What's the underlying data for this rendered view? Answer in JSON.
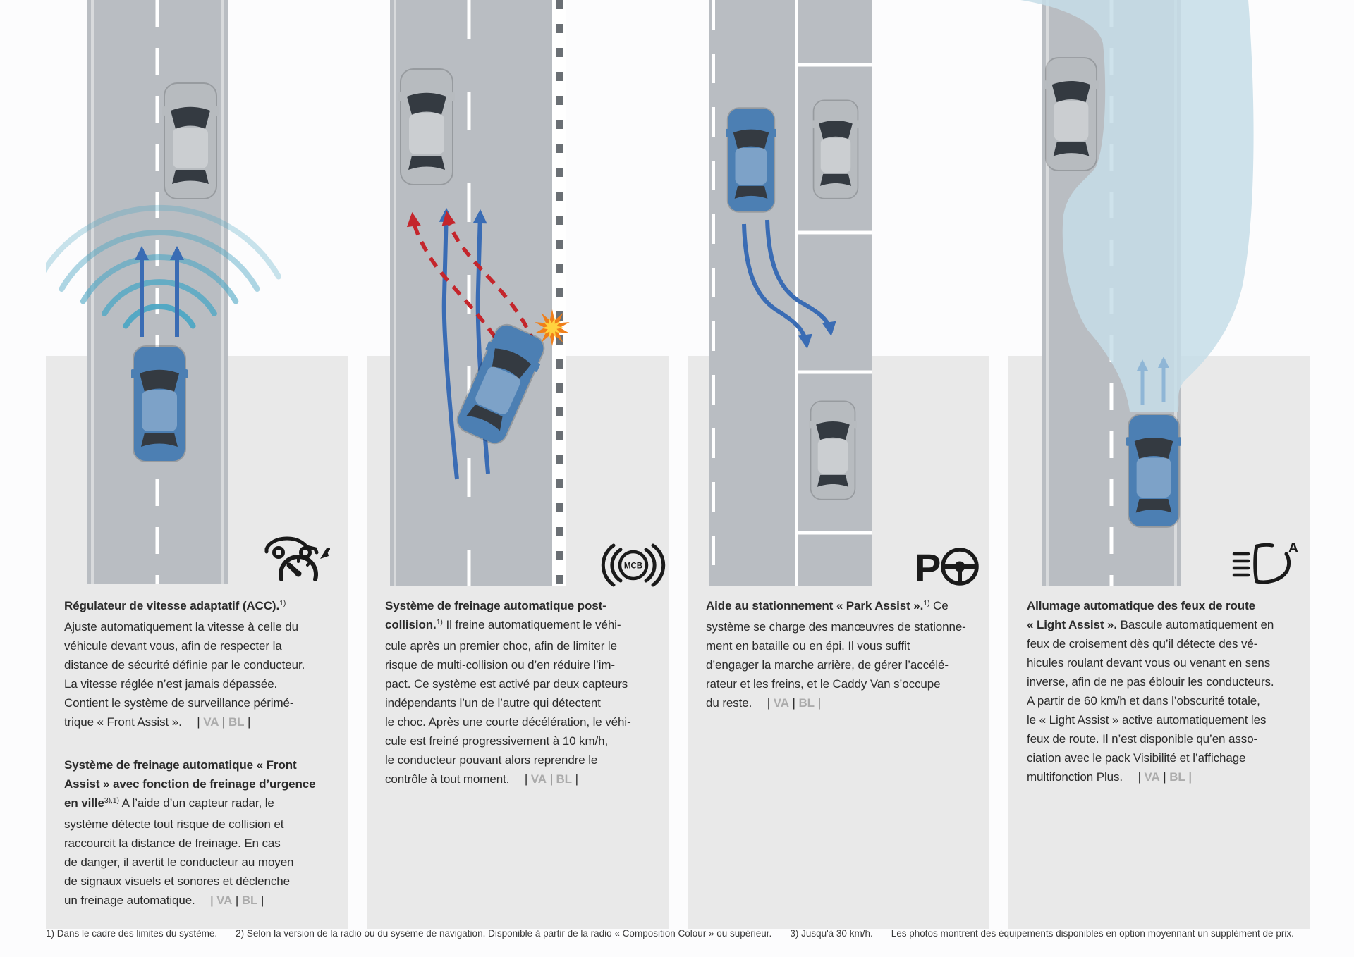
{
  "colors": {
    "page": "#fcfcfd",
    "panel": "#e9e9e9",
    "road": "#b9bdc2",
    "road_line": "#d8dadc",
    "lane_dash": "#ffffff",
    "silver_car": "#b7bbbf",
    "blue_car": "#4c7fb3",
    "car_window": "#343a41",
    "arrow_blue": "#3a6cb4",
    "arrow_red": "#c4262c",
    "radar_teal": "#4da7c4",
    "beam_blue": "#c5dde8",
    "beam_arrow": "#8fb6d6",
    "star_yellow": "#ffd23f",
    "star_orange": "#f07f1a",
    "text": "#2b2b2b",
    "muted": "#ababab",
    "icon_ink": "#1a1a1a",
    "barrier_tick": "#6a6f74"
  },
  "columns": [
    {
      "feature": "adaptive-cruise-control",
      "icon": "car-speedometer-icon",
      "icon_label": "",
      "paragraphs": [
        {
          "segments": [
            {
              "t": "Régulateur de vitesse adaptatif (ACC).",
              "b": true
            },
            {
              "t": "1)",
              "sup": true
            },
            {
              "t": "\nAjuste automatiquement la vitesse à celle du\nvéhicule devant vous, afin de respecter la\ndistance de sécurité définie par le conducteur.\nLa vitesse réglée n’est jamais dépassée.\nContient le système de surveillance périmé-\ntrique « Front Assist ».  "
            },
            {
              "t": "| "
            },
            {
              "t": "VA",
              "gray": true
            },
            {
              "t": " | "
            },
            {
              "t": "BL",
              "gray": true
            },
            {
              "t": " |"
            }
          ]
        },
        {
          "segments": [
            {
              "t": "Système de freinage automatique « Front\nAssist » avec fonction de freinage d’urgence\nen ville",
              "b": true
            },
            {
              "t": "3),1)",
              "sup": true
            },
            {
              "t": " A l’aide d’un capteur radar, le\nsystème détecte tout risque de collision et\nraccourcit la distance de freinage. En cas\nde danger, il avertit le conducteur au moyen\nde signaux visuels et sonores et déclenche\nun freinage automatique.  "
            },
            {
              "t": "| "
            },
            {
              "t": "VA",
              "gray": true
            },
            {
              "t": " | "
            },
            {
              "t": "BL",
              "gray": true
            },
            {
              "t": " |"
            }
          ]
        }
      ]
    },
    {
      "feature": "multi-collision-brake",
      "icon": "mcb-brake-icon",
      "icon_label": "MCB",
      "paragraphs": [
        {
          "segments": [
            {
              "t": "Système de freinage automatique post-\ncollision.",
              "b": true
            },
            {
              "t": "1)",
              "sup": true
            },
            {
              "t": " Il freine automatiquement le véhi-\ncule après un premier choc, afin de limiter le\nrisque de multi-collision ou d’en réduire l’im-\npact. Ce système est activé par deux capteurs\nindépendants l’un de l’autre qui détectent\nle choc. Après une courte décélération, le véhi-\ncule est freiné progressivement à 10 km/h,\nle conducteur pouvant alors reprendre le\ncontrôle à tout moment.  "
            },
            {
              "t": "| "
            },
            {
              "t": "VA",
              "gray": true
            },
            {
              "t": " | "
            },
            {
              "t": "BL",
              "gray": true
            },
            {
              "t": " |"
            }
          ]
        }
      ]
    },
    {
      "feature": "park-assist",
      "icon": "park-assist-steering-icon",
      "icon_label": "P",
      "paragraphs": [
        {
          "segments": [
            {
              "t": "Aide au stationnement « Park Assist ».",
              "b": true
            },
            {
              "t": "1)",
              "sup": true
            },
            {
              "t": " Ce\nsystème se charge des manœuvres de stationne-\nment en bataille ou en épi. Il vous suffit\nd’engager la marche arrière, de gérer l’accélé-\nrateur et les freins, et le Caddy Van s’occupe\ndu reste.  "
            },
            {
              "t": "| "
            },
            {
              "t": "VA",
              "gray": true
            },
            {
              "t": " | "
            },
            {
              "t": "BL",
              "gray": true
            },
            {
              "t": " |"
            }
          ]
        }
      ]
    },
    {
      "feature": "light-assist",
      "icon": "headlight-beam-icon",
      "icon_label": "A",
      "paragraphs": [
        {
          "segments": [
            {
              "t": "Allumage automatique des feux de route\n« Light Assist ».",
              "b": true
            },
            {
              "t": " Bascule automatiquement en\nfeux de croisement dès qu’il détecte des vé-\nhicules roulant devant vous ou venant en sens\ninverse, afin de ne pas éblouir les conducteurs.\nA partir de 60 km/h et dans l’obscurité totale,\nle « Light Assist » active automatiquement les\nfeux de route. Il n’est disponible qu’en asso-\nciation avec le pack Visibilité et l’affichage\nmultifonction Plus.  "
            },
            {
              "t": "| "
            },
            {
              "t": "VA",
              "gray": true
            },
            {
              "t": " | "
            },
            {
              "t": "BL",
              "gray": true
            },
            {
              "t": " |"
            }
          ]
        }
      ]
    }
  ],
  "footnote": {
    "segments": [
      {
        "t": "1) Dans le cadre des limites du système."
      },
      {
        "t": "2) Selon la version de la radio ou du sysème de navigation. Disponible à partir de la radio « Composition Colour » ou supérieur."
      },
      {
        "t": "3) Jusqu'à 30 km/h."
      },
      {
        "t": "Les photos montrent des équipements disponibles en option moyennant un supplément de prix."
      }
    ]
  }
}
